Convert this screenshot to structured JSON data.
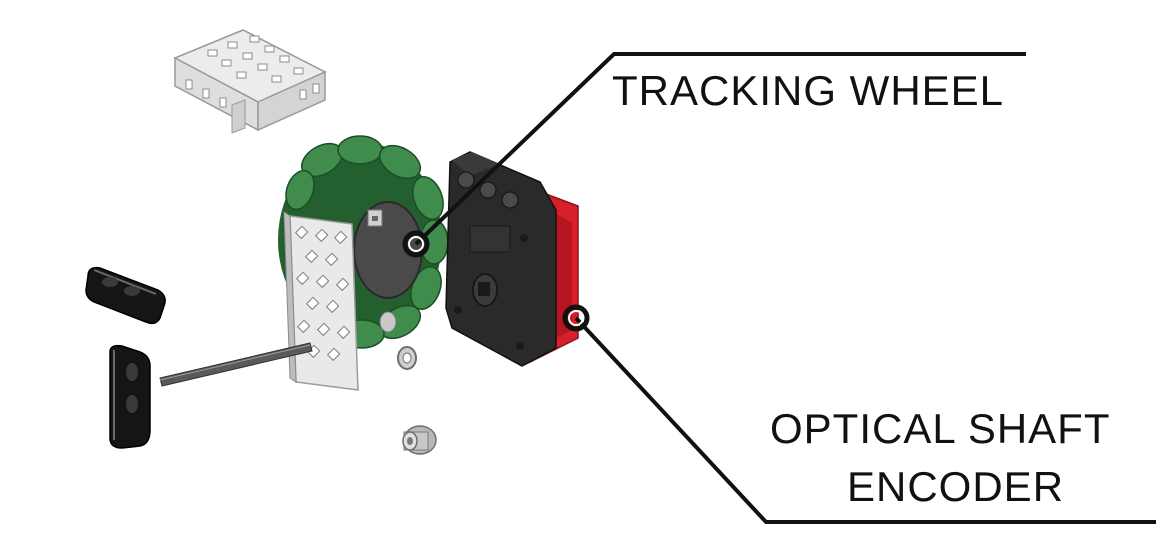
{
  "labels": {
    "tracking_wheel": "TRACKING WHEEL",
    "encoder_line1": "OPTICAL SHAFT",
    "encoder_line2": "ENCODER"
  },
  "colors": {
    "wheel_green": "#2f7a3d",
    "encoder_red": "#d8202a",
    "encoder_body": "#2a2a2a",
    "metal": "#d8d8d8",
    "leader_line": "#111111"
  },
  "parts": [
    "c-channel",
    "omni-wheel",
    "plate",
    "shaft",
    "spacers",
    "washer",
    "bearing",
    "optical-shaft-encoder"
  ]
}
